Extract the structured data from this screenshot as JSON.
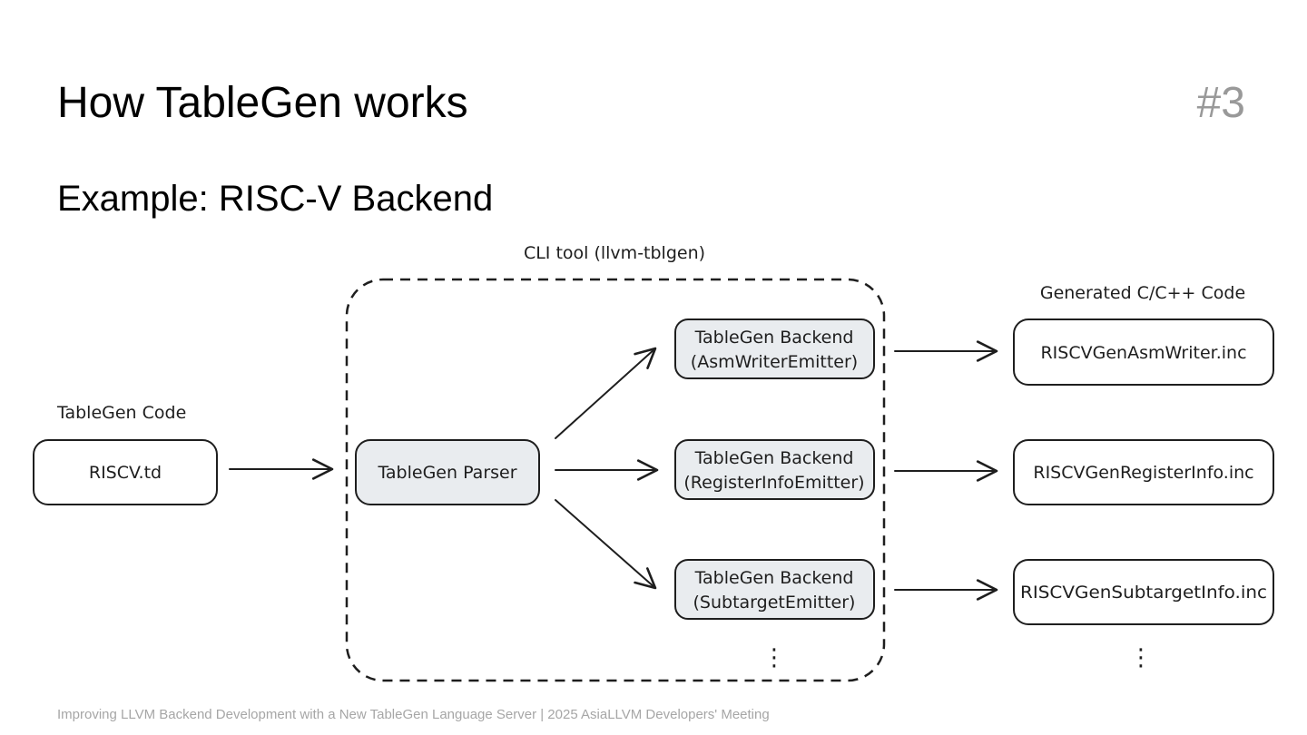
{
  "slide": {
    "title": "How TableGen works",
    "number": "#3",
    "subtitle": "Example: RISC-V Backend",
    "footer": "Improving LLVM Backend Development with a New TableGen Language Server | 2025 AsiaLLVM Developers' Meeting"
  },
  "diagram": {
    "input_label": "TableGen Code",
    "input_file": "RISCV.td",
    "tool_label": "CLI tool (llvm-tblgen)",
    "parser": "TableGen Parser",
    "backends": [
      {
        "line1": "TableGen Backend",
        "line2": "(AsmWriterEmitter)"
      },
      {
        "line1": "TableGen Backend",
        "line2": "(RegisterInfoEmitter)"
      },
      {
        "line1": "TableGen Backend",
        "line2": "(SubtargetEmitter)"
      }
    ],
    "output_label": "Generated C/C++ Code",
    "outputs": [
      "RISCVGenAsmWriter.inc",
      "RISCVGenRegisterInfo.inc",
      "RISCVGenSubtargetInfo.inc"
    ],
    "ellipsis": "⋮"
  }
}
